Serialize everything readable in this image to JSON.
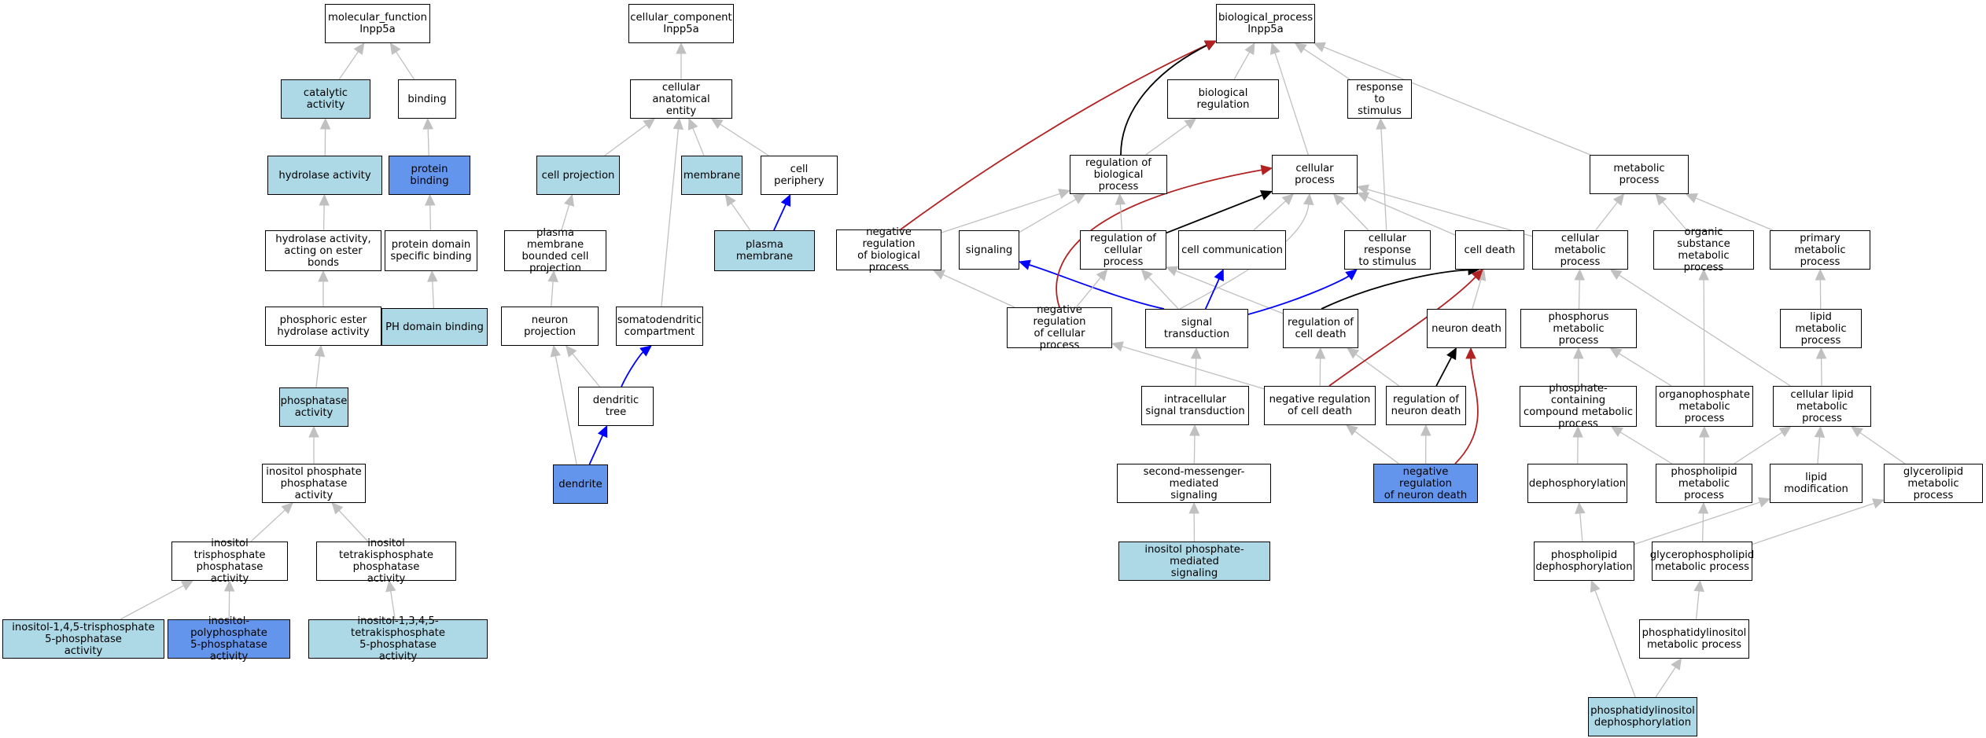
{
  "diagram": {
    "colors": {
      "node_default": "#ffffff",
      "node_light": "#add8e6",
      "node_selected": "#6495ed",
      "edge_is_a": "#c0c0c0",
      "edge_regulates": "#000000",
      "edge_negative": "#b22222",
      "edge_part_of": "#0000ff"
    },
    "nodes": [
      {
        "id": "mf_root",
        "label": "molecular_function\nInpp5a",
        "color": "white"
      },
      {
        "id": "catalytic",
        "label": "catalytic activity",
        "color": "light"
      },
      {
        "id": "binding",
        "label": "binding",
        "color": "white"
      },
      {
        "id": "hydrolase",
        "label": "hydrolase activity",
        "color": "light"
      },
      {
        "id": "protein_binding",
        "label": "protein binding",
        "color": "blue"
      },
      {
        "id": "hydro_ester",
        "label": "hydrolase activity,\nacting on ester\nbonds",
        "color": "white"
      },
      {
        "id": "pd_binding",
        "label": "protein domain\nspecific binding",
        "color": "white"
      },
      {
        "id": "phos_ester",
        "label": "phosphoric ester\nhydrolase activity",
        "color": "white"
      },
      {
        "id": "ph_domain",
        "label": "PH domain binding",
        "color": "light"
      },
      {
        "id": "phosphatase",
        "label": "phosphatase\nactivity",
        "color": "light"
      },
      {
        "id": "ip_phosphatase",
        "label": "inositol phosphate\nphosphatase\nactivity",
        "color": "white"
      },
      {
        "id": "itris",
        "label": "inositol trisphosphate\nphosphatase\nactivity",
        "color": "white"
      },
      {
        "id": "itetra",
        "label": "inositol tetrakisphosphate\nphosphatase\nactivity",
        "color": "white"
      },
      {
        "id": "i145",
        "label": "inositol-1,4,5-trisphosphate\n5-phosphatase\nactivity",
        "color": "light"
      },
      {
        "id": "ipoly",
        "label": "inositol-polyphosphate\n5-phosphatase\nactivity",
        "color": "blue"
      },
      {
        "id": "i1345",
        "label": "inositol-1,3,4,5-tetrakisphosphate\n5-phosphatase\nactivity",
        "color": "light"
      },
      {
        "id": "cc_root",
        "label": "cellular_component\nInpp5a",
        "color": "white"
      },
      {
        "id": "cae",
        "label": "cellular anatomical\nentity",
        "color": "white"
      },
      {
        "id": "cell_proj",
        "label": "cell projection",
        "color": "light"
      },
      {
        "id": "membrane",
        "label": "membrane",
        "color": "light"
      },
      {
        "id": "periphery",
        "label": "cell periphery",
        "color": "white"
      },
      {
        "id": "pm_proj",
        "label": "plasma membrane\nbounded cell\nprojection",
        "color": "white"
      },
      {
        "id": "plasma_mem",
        "label": "plasma membrane",
        "color": "light"
      },
      {
        "id": "neuron_proj",
        "label": "neuron projection",
        "color": "white"
      },
      {
        "id": "somato",
        "label": "somatodendritic\ncompartment",
        "color": "white"
      },
      {
        "id": "dend_tree",
        "label": "dendritic tree",
        "color": "white"
      },
      {
        "id": "dendrite",
        "label": "dendrite",
        "color": "blue"
      },
      {
        "id": "bp_root",
        "label": "biological_process\nInpp5a",
        "color": "white"
      },
      {
        "id": "bio_reg",
        "label": "biological regulation",
        "color": "white"
      },
      {
        "id": "resp_stim",
        "label": "response to\nstimulus",
        "color": "white"
      },
      {
        "id": "reg_bio",
        "label": "regulation of\nbiological process",
        "color": "white"
      },
      {
        "id": "cell_proc",
        "label": "cellular process",
        "color": "white"
      },
      {
        "id": "metab",
        "label": "metabolic process",
        "color": "white"
      },
      {
        "id": "neg_bio",
        "label": "negative regulation\nof biological\nprocess",
        "color": "white"
      },
      {
        "id": "signaling",
        "label": "signaling",
        "color": "white"
      },
      {
        "id": "reg_cell",
        "label": "regulation of\ncellular process",
        "color": "white"
      },
      {
        "id": "cell_comm",
        "label": "cell communication",
        "color": "white"
      },
      {
        "id": "cell_resp",
        "label": "cellular response\nto stimulus",
        "color": "white"
      },
      {
        "id": "cell_death",
        "label": "cell death",
        "color": "white"
      },
      {
        "id": "cell_metab",
        "label": "cellular metabolic\nprocess",
        "color": "white"
      },
      {
        "id": "org_metab",
        "label": "organic substance\nmetabolic process",
        "color": "white"
      },
      {
        "id": "prim_metab",
        "label": "primary metabolic\nprocess",
        "color": "white"
      },
      {
        "id": "neg_cell",
        "label": "negative regulation\nof cellular\nprocess",
        "color": "white"
      },
      {
        "id": "sig_trans",
        "label": "signal transduction",
        "color": "white"
      },
      {
        "id": "reg_death",
        "label": "regulation of\ncell death",
        "color": "white"
      },
      {
        "id": "neuron_death",
        "label": "neuron death",
        "color": "white"
      },
      {
        "id": "phos_metab",
        "label": "phosphorus metabolic\nprocess",
        "color": "white"
      },
      {
        "id": "lipid_metab",
        "label": "lipid metabolic\nprocess",
        "color": "white"
      },
      {
        "id": "intra_sig",
        "label": "intracellular\nsignal transduction",
        "color": "white"
      },
      {
        "id": "neg_death",
        "label": "negative regulation\nof cell death",
        "color": "white"
      },
      {
        "id": "reg_neuron",
        "label": "regulation of\nneuron death",
        "color": "white"
      },
      {
        "id": "phosc_metab",
        "label": "phosphate-containing\ncompound metabolic\nprocess",
        "color": "white"
      },
      {
        "id": "orgphos",
        "label": "organophosphate\nmetabolic process",
        "color": "white"
      },
      {
        "id": "cell_lipid",
        "label": "cellular lipid\nmetabolic process",
        "color": "white"
      },
      {
        "id": "second_msg",
        "label": "second-messenger-mediated\nsignaling",
        "color": "white"
      },
      {
        "id": "neg_neuron",
        "label": "negative regulation\nof neuron death",
        "color": "blue"
      },
      {
        "id": "dephos",
        "label": "dephosphorylation",
        "color": "white"
      },
      {
        "id": "phospholipid",
        "label": "phospholipid\nmetabolic process",
        "color": "white"
      },
      {
        "id": "lipid_mod",
        "label": "lipid modification",
        "color": "white"
      },
      {
        "id": "glycerolipid",
        "label": "glycerolipid\nmetabolic process",
        "color": "white"
      },
      {
        "id": "ip_sig",
        "label": "inositol phosphate-mediated\nsignaling",
        "color": "light"
      },
      {
        "id": "pl_dephos",
        "label": "phospholipid\ndephosphorylation",
        "color": "white"
      },
      {
        "id": "gpl_metab",
        "label": "glycerophospholipid\nmetabolic process",
        "color": "white"
      },
      {
        "id": "pi_metab",
        "label": "phosphatidylinositol\nmetabolic process",
        "color": "white"
      },
      {
        "id": "pi_dephos",
        "label": "phosphatidylinositol\ndephosphorylation",
        "color": "light"
      }
    ],
    "edges": [
      {
        "from": "catalytic",
        "to": "mf_root",
        "type": "is_a"
      },
      {
        "from": "binding",
        "to": "mf_root",
        "type": "is_a"
      },
      {
        "from": "hydrolase",
        "to": "catalytic",
        "type": "is_a"
      },
      {
        "from": "protein_binding",
        "to": "binding",
        "type": "is_a"
      },
      {
        "from": "hydro_ester",
        "to": "hydrolase",
        "type": "is_a"
      },
      {
        "from": "pd_binding",
        "to": "protein_binding",
        "type": "is_a"
      },
      {
        "from": "phos_ester",
        "to": "hydro_ester",
        "type": "is_a"
      },
      {
        "from": "ph_domain",
        "to": "pd_binding",
        "type": "is_a"
      },
      {
        "from": "phosphatase",
        "to": "phos_ester",
        "type": "is_a"
      },
      {
        "from": "ip_phosphatase",
        "to": "phosphatase",
        "type": "is_a"
      },
      {
        "from": "itris",
        "to": "ip_phosphatase",
        "type": "is_a"
      },
      {
        "from": "itetra",
        "to": "ip_phosphatase",
        "type": "is_a"
      },
      {
        "from": "i145",
        "to": "itris",
        "type": "is_a"
      },
      {
        "from": "ipoly",
        "to": "itris",
        "type": "is_a"
      },
      {
        "from": "i1345",
        "to": "itetra",
        "type": "is_a"
      },
      {
        "from": "cae",
        "to": "cc_root",
        "type": "is_a"
      },
      {
        "from": "cell_proj",
        "to": "cae",
        "type": "is_a"
      },
      {
        "from": "membrane",
        "to": "cae",
        "type": "is_a"
      },
      {
        "from": "periphery",
        "to": "cae",
        "type": "is_a"
      },
      {
        "from": "pm_proj",
        "to": "cell_proj",
        "type": "is_a"
      },
      {
        "from": "plasma_mem",
        "to": "membrane",
        "type": "is_a"
      },
      {
        "from": "plasma_mem",
        "to": "periphery",
        "type": "part_of"
      },
      {
        "from": "neuron_proj",
        "to": "pm_proj",
        "type": "is_a"
      },
      {
        "from": "somato",
        "to": "cae",
        "type": "is_a"
      },
      {
        "from": "dend_tree",
        "to": "neuron_proj",
        "type": "is_a"
      },
      {
        "from": "dend_tree",
        "to": "somato",
        "type": "part_of"
      },
      {
        "from": "dendrite",
        "to": "neuron_proj",
        "type": "is_a"
      },
      {
        "from": "dendrite",
        "to": "dend_tree",
        "type": "part_of"
      },
      {
        "from": "bio_reg",
        "to": "bp_root",
        "type": "is_a"
      },
      {
        "from": "resp_stim",
        "to": "bp_root",
        "type": "is_a"
      },
      {
        "from": "cell_proc",
        "to": "bp_root",
        "type": "is_a"
      },
      {
        "from": "metab",
        "to": "bp_root",
        "type": "is_a"
      },
      {
        "from": "reg_bio",
        "to": "bio_reg",
        "type": "is_a"
      },
      {
        "from": "reg_bio",
        "to": "bp_root",
        "type": "regulates"
      },
      {
        "from": "neg_bio",
        "to": "reg_bio",
        "type": "is_a"
      },
      {
        "from": "neg_bio",
        "to": "bp_root",
        "type": "negatively_regulates"
      },
      {
        "from": "signaling",
        "to": "reg_bio",
        "type": "is_a"
      },
      {
        "from": "reg_cell",
        "to": "reg_bio",
        "type": "is_a"
      },
      {
        "from": "reg_cell",
        "to": "cell_proc",
        "type": "regulates"
      },
      {
        "from": "cell_comm",
        "to": "cell_proc",
        "type": "is_a"
      },
      {
        "from": "cell_resp",
        "to": "cell_proc",
        "type": "is_a"
      },
      {
        "from": "cell_resp",
        "to": "resp_stim",
        "type": "is_a"
      },
      {
        "from": "cell_death",
        "to": "cell_proc",
        "type": "is_a"
      },
      {
        "from": "cell_metab",
        "to": "cell_proc",
        "type": "is_a"
      },
      {
        "from": "cell_metab",
        "to": "metab",
        "type": "is_a"
      },
      {
        "from": "org_metab",
        "to": "metab",
        "type": "is_a"
      },
      {
        "from": "prim_metab",
        "to": "metab",
        "type": "is_a"
      },
      {
        "from": "neg_cell",
        "to": "neg_bio",
        "type": "is_a"
      },
      {
        "from": "neg_cell",
        "to": "reg_cell",
        "type": "is_a"
      },
      {
        "from": "neg_cell",
        "to": "cell_proc",
        "type": "negatively_regulates"
      },
      {
        "from": "sig_trans",
        "to": "signaling",
        "type": "part_of"
      },
      {
        "from": "sig_trans",
        "to": "reg_cell",
        "type": "is_a"
      },
      {
        "from": "sig_trans",
        "to": "cell_comm",
        "type": "part_of"
      },
      {
        "from": "sig_trans",
        "to": "cell_resp",
        "type": "part_of"
      },
      {
        "from": "sig_trans",
        "to": "cell_proc",
        "type": "is_a"
      },
      {
        "from": "reg_death",
        "to": "reg_cell",
        "type": "is_a"
      },
      {
        "from": "reg_death",
        "to": "cell_death",
        "type": "regulates"
      },
      {
        "from": "neuron_death",
        "to": "cell_death",
        "type": "is_a"
      },
      {
        "from": "phos_metab",
        "to": "cell_metab",
        "type": "is_a"
      },
      {
        "from": "lipid_metab",
        "to": "prim_metab",
        "type": "is_a"
      },
      {
        "from": "intra_sig",
        "to": "sig_trans",
        "type": "is_a"
      },
      {
        "from": "neg_death",
        "to": "neg_cell",
        "type": "is_a"
      },
      {
        "from": "neg_death",
        "to": "reg_death",
        "type": "is_a"
      },
      {
        "from": "neg_death",
        "to": "cell_death",
        "type": "negatively_regulates"
      },
      {
        "from": "reg_neuron",
        "to": "reg_death",
        "type": "is_a"
      },
      {
        "from": "reg_neuron",
        "to": "neuron_death",
        "type": "regulates"
      },
      {
        "from": "phosc_metab",
        "to": "phos_metab",
        "type": "is_a"
      },
      {
        "from": "orgphos",
        "to": "phos_metab",
        "type": "is_a"
      },
      {
        "from": "orgphos",
        "to": "org_metab",
        "type": "is_a"
      },
      {
        "from": "cell_lipid",
        "to": "lipid_metab",
        "type": "is_a"
      },
      {
        "from": "cell_lipid",
        "to": "cell_metab",
        "type": "is_a"
      },
      {
        "from": "second_msg",
        "to": "intra_sig",
        "type": "is_a"
      },
      {
        "from": "neg_neuron",
        "to": "neg_death",
        "type": "is_a"
      },
      {
        "from": "neg_neuron",
        "to": "reg_neuron",
        "type": "is_a"
      },
      {
        "from": "neg_neuron",
        "to": "neuron_death",
        "type": "negatively_regulates"
      },
      {
        "from": "dephos",
        "to": "phosc_metab",
        "type": "is_a"
      },
      {
        "from": "phospholipid",
        "to": "phosc_metab",
        "type": "is_a"
      },
      {
        "from": "phospholipid",
        "to": "orgphos",
        "type": "is_a"
      },
      {
        "from": "phospholipid",
        "to": "cell_lipid",
        "type": "is_a"
      },
      {
        "from": "lipid_mod",
        "to": "cell_lipid",
        "type": "is_a"
      },
      {
        "from": "glycerolipid",
        "to": "cell_lipid",
        "type": "is_a"
      },
      {
        "from": "ip_sig",
        "to": "second_msg",
        "type": "is_a"
      },
      {
        "from": "pl_dephos",
        "to": "dephos",
        "type": "is_a"
      },
      {
        "from": "pl_dephos",
        "to": "lipid_mod",
        "type": "is_a"
      },
      {
        "from": "gpl_metab",
        "to": "phospholipid",
        "type": "is_a"
      },
      {
        "from": "gpl_metab",
        "to": "glycerolipid",
        "type": "is_a"
      },
      {
        "from": "pi_metab",
        "to": "gpl_metab",
        "type": "is_a"
      },
      {
        "from": "pi_dephos",
        "to": "pl_dephos",
        "type": "is_a"
      },
      {
        "from": "pi_dephos",
        "to": "pi_metab",
        "type": "is_a"
      }
    ]
  }
}
